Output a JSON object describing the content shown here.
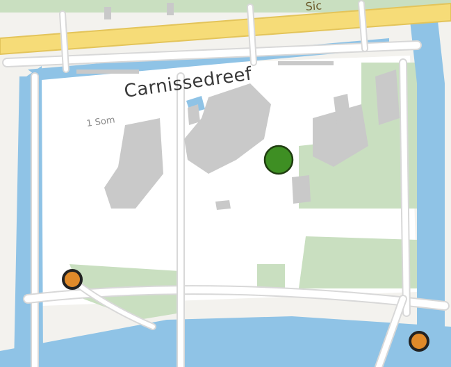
{
  "map": {
    "street_label": "Carnissedreef",
    "small_label": "1 Som",
    "top_road_label": "Sic",
    "colors": {
      "water": "#8fc3e6",
      "park": "#c9dfc0",
      "building": "#c9c9c9",
      "road_main": "#f6dc78",
      "road_minor": "#ffffff",
      "road_outline": "#d8d8d8",
      "background": "#f3f2ee",
      "marker_main": "#3e8f23",
      "marker_small": "#e08a2a"
    },
    "markers": [
      {
        "name": "map-marker-main",
        "kind": "primary",
        "color": "#3e8f23"
      },
      {
        "name": "map-marker-left",
        "kind": "secondary",
        "color": "#e08a2a"
      },
      {
        "name": "map-marker-bottom-right",
        "kind": "secondary",
        "color": "#e08a2a"
      }
    ]
  }
}
